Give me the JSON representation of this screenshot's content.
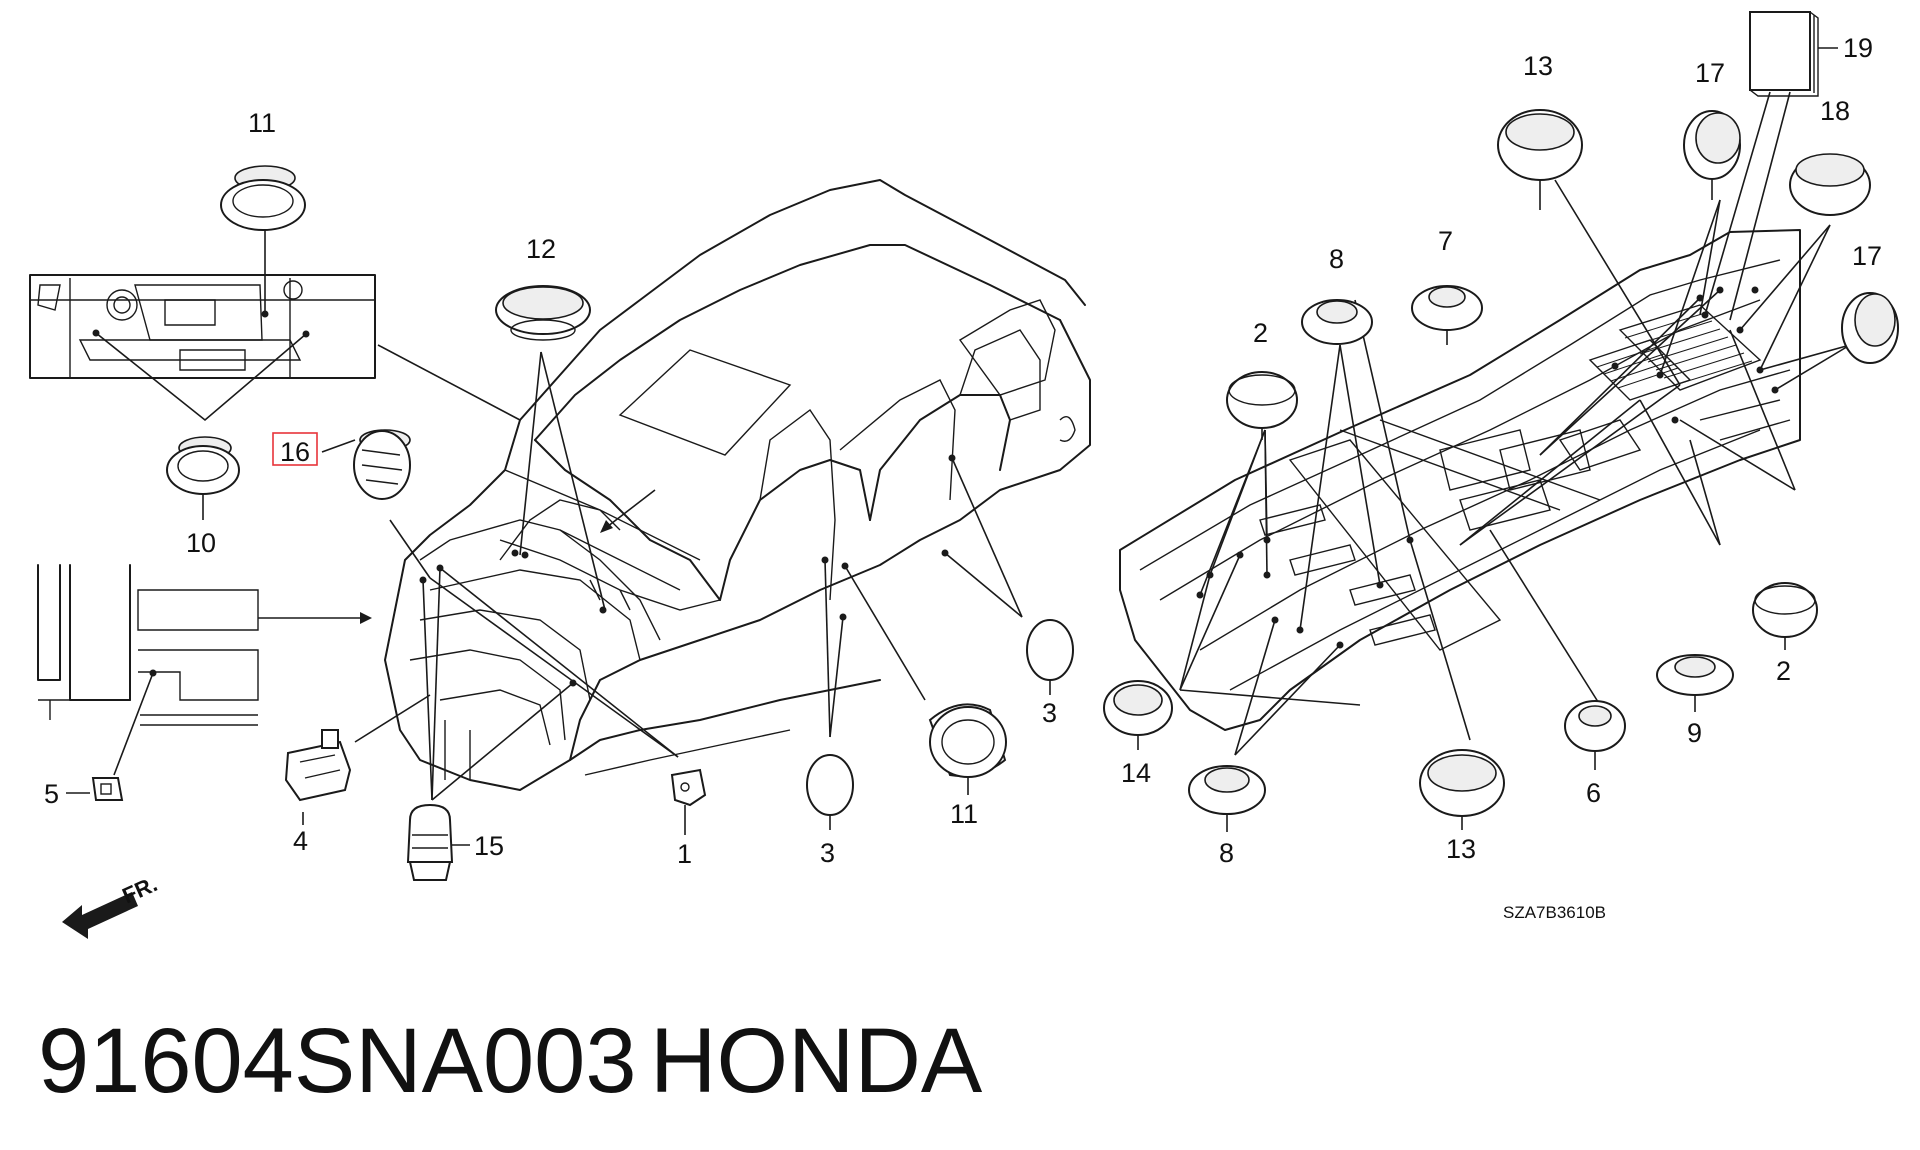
{
  "diagram_code": "SZA7B3610B",
  "footer": {
    "part_number": "91604SNA003",
    "brand": "HONDA"
  },
  "front_arrow_label": "FR.",
  "highlight_color": "#e8343a",
  "callouts": {
    "n1": "1",
    "n2a": "2",
    "n2b": "2",
    "n3a": "3",
    "n3b": "3",
    "n4": "4",
    "n5": "5",
    "n6": "6",
    "n7": "7",
    "n8a": "8",
    "n8b": "8",
    "n9": "9",
    "n10": "10",
    "n11a": "11",
    "n11b": "11",
    "n12": "12",
    "n13a": "13",
    "n13b": "13",
    "n14": "14",
    "n15": "15",
    "n16": "16",
    "n17a": "17",
    "n17b": "17",
    "n18": "18",
    "n19": "19"
  }
}
